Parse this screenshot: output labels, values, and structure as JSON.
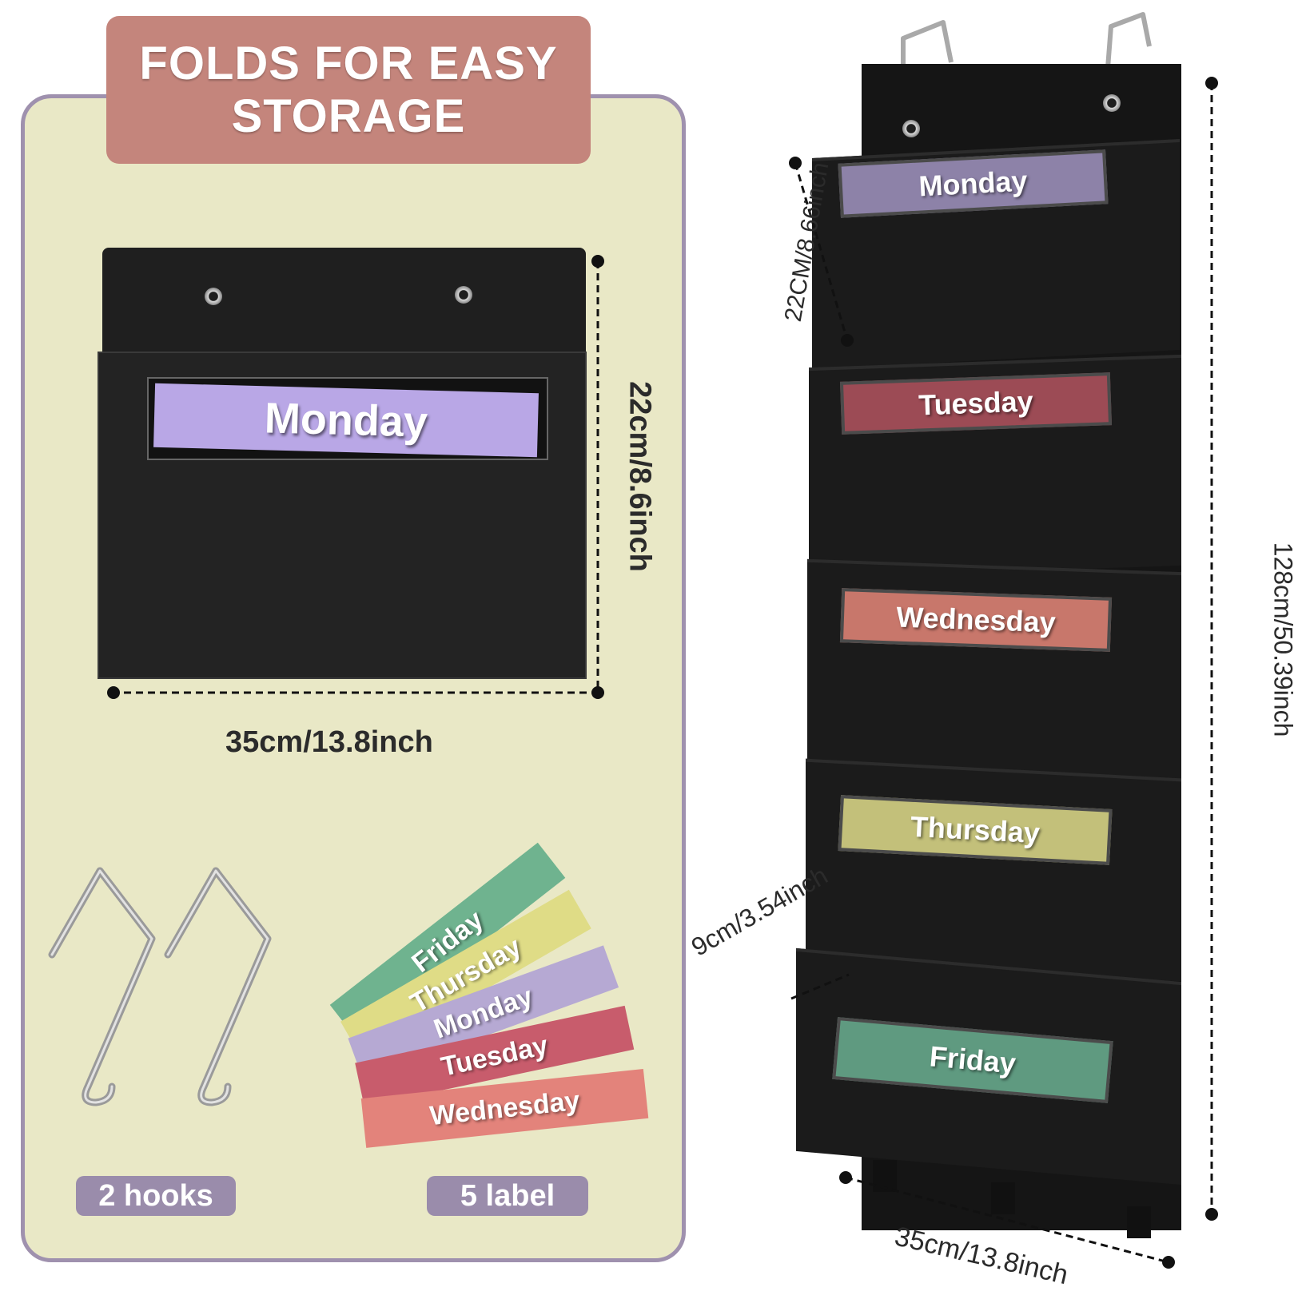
{
  "banner": {
    "line1": "FOLDS FOR EASY",
    "line2": "STORAGE"
  },
  "pocket": {
    "label": "Monday",
    "height_label": "22cm/8.6inch",
    "width_label": "35cm/13.8inch"
  },
  "accessories": {
    "hooks_pill": "2 hooks",
    "labels_pill": "5 label",
    "label_strips": [
      "Friday",
      "Thursday",
      "Monday",
      "Tuesday",
      "Wednesday"
    ]
  },
  "organizer": {
    "pockets": [
      {
        "label": "Monday",
        "color": "#8d82a8"
      },
      {
        "label": "Tuesday",
        "color": "#9c4b55"
      },
      {
        "label": "Wednesday",
        "color": "#c8776b"
      },
      {
        "label": "Thursday",
        "color": "#c3c07a"
      },
      {
        "label": "Friday",
        "color": "#5f9a80"
      }
    ],
    "pocket_gap_label": "22CM/8.66inch",
    "pocket_depth_label": "9cm/3.54inch",
    "total_height_label": "128cm/50.39inch",
    "bottom_width_label": "35cm/13.8inch"
  },
  "colors": {
    "panel_bg": "#e9e8c6",
    "panel_border": "#9f91ae",
    "banner_bg": "#c4857c",
    "pill_bg": "#9a8cab",
    "fabric": "#1f1f1f"
  }
}
